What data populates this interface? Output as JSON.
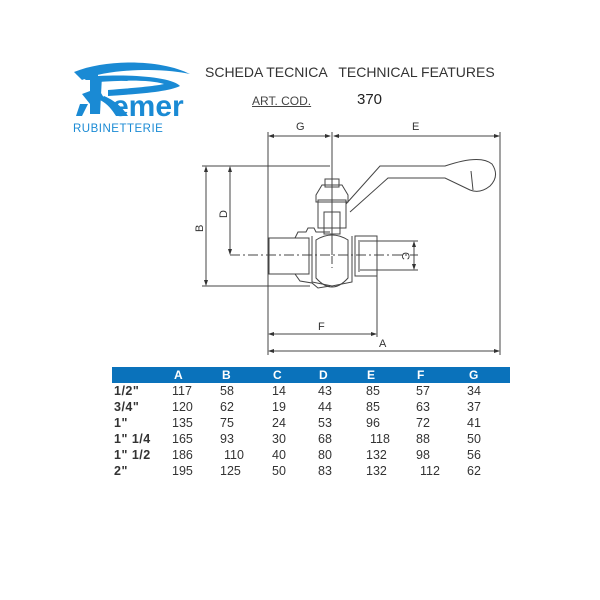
{
  "brand": {
    "logo_text": "emer",
    "logo_initial": "R",
    "subtitle": "RUBINETTERIE",
    "color": "#1a8ad4"
  },
  "header": {
    "title_it": "SCHEDA TECNICA",
    "title_en": "TECHNICAL FEATURES",
    "art_label": "ART. COD.",
    "art_value": "370"
  },
  "drawing": {
    "dimension_labels": {
      "A": "A",
      "B": "B",
      "C": "C",
      "D": "D",
      "E": "E",
      "F": "F",
      "G": "G"
    }
  },
  "table": {
    "header_color": "#0a72bb",
    "columns": [
      "",
      "A",
      "B",
      "C",
      "D",
      "E",
      "F",
      "G"
    ],
    "rows": [
      {
        "size": "1/2\"",
        "A": "117",
        "B": "58",
        "C": "14",
        "D": "43",
        "E": "85",
        "F": "57",
        "G": "34"
      },
      {
        "size": "3/4\"",
        "A": "120",
        "B": "62",
        "C": "19",
        "D": "44",
        "E": "85",
        "F": "63",
        "G": "37"
      },
      {
        "size": "1\"",
        "A": "135",
        "B": "75",
        "C": "24",
        "D": "53",
        "E": "96",
        "F": "72",
        "G": "41"
      },
      {
        "size": "1\" 1/4",
        "A": "165",
        "B": "93",
        "C": "30",
        "D": "68",
        "E": "118",
        "F": "88",
        "G": "50"
      },
      {
        "size": "1\" 1/2",
        "A": "186",
        "B": "110",
        "C": "40",
        "D": "80",
        "E": "132",
        "F": "98",
        "G": "56"
      },
      {
        "size": "2\"",
        "A": "195",
        "B": "125",
        "C": "50",
        "D": "83",
        "E": "132",
        "F": "112",
        "G": "62"
      }
    ]
  }
}
